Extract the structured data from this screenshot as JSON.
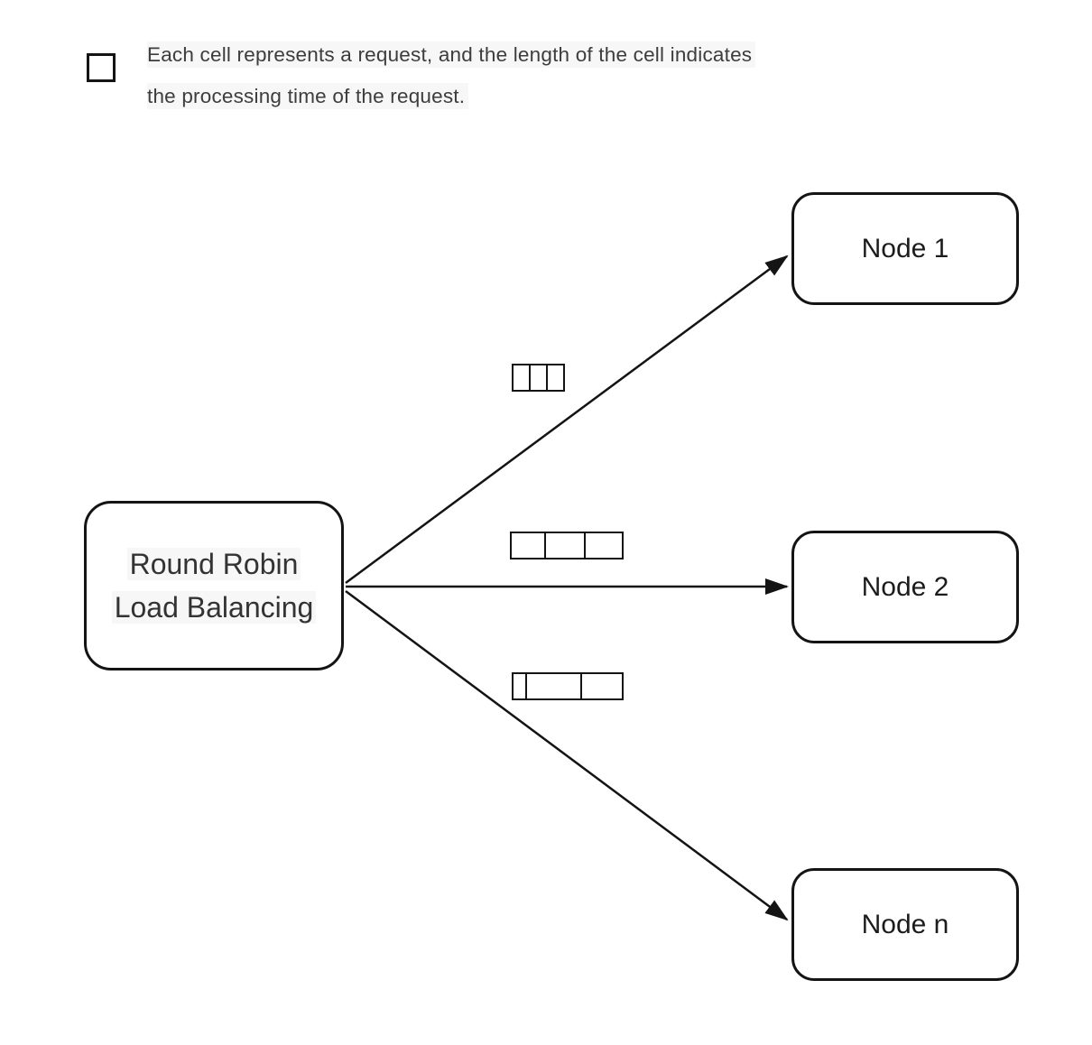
{
  "legend": {
    "line1": "Each cell represents a request, and the length of the cell indicates",
    "line2": "the processing time of the request."
  },
  "source": {
    "label_line1": "Round Robin",
    "label_line2": "Load Balancing"
  },
  "nodes": [
    {
      "label": "Node 1"
    },
    {
      "label": "Node 2"
    },
    {
      "label": "Node n"
    }
  ],
  "strips": [
    {
      "name": "requests-to-node-1",
      "cells": [
        17,
        17,
        17
      ]
    },
    {
      "name": "requests-to-node-2",
      "cells": [
        36,
        42,
        40
      ]
    },
    {
      "name": "requests-to-node-n",
      "cells": [
        13,
        59,
        44
      ]
    }
  ],
  "colors": {
    "line": "#141414",
    "text": "#333333",
    "background": "#ffffff"
  }
}
